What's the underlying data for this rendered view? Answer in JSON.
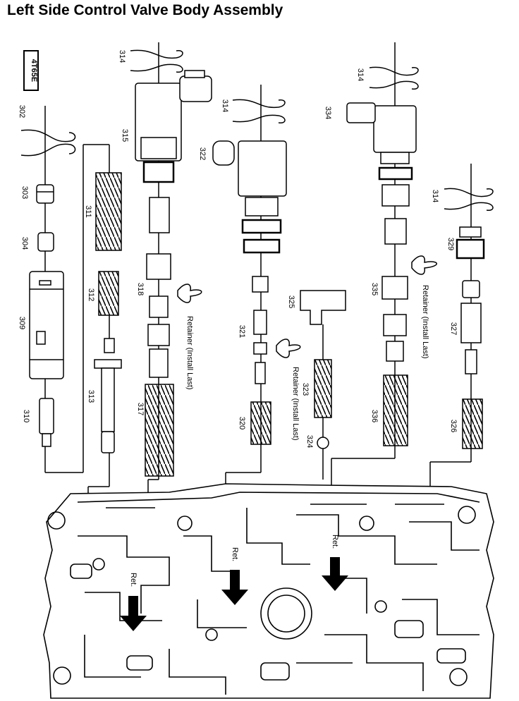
{
  "title": "Left Side Control Valve Body Assembly",
  "model_code": "4T65E",
  "retainer_note": "Retainer (Install Last)",
  "ret_label": "Ret.",
  "parts": {
    "p302": "302",
    "p303": "303",
    "p304": "304",
    "p309": "309",
    "p310": "310",
    "p311": "311",
    "p312": "312",
    "p313": "313",
    "p314a": "314",
    "p314b": "314",
    "p314c": "314",
    "p314d": "314",
    "p315": "315",
    "p317": "317",
    "p318": "318",
    "p320": "320",
    "p321": "321",
    "p322": "322",
    "p323": "323",
    "p324": "324",
    "p325": "325",
    "p326": "326",
    "p327": "327",
    "p329": "329",
    "p334": "334",
    "p335": "335",
    "p336": "336"
  }
}
